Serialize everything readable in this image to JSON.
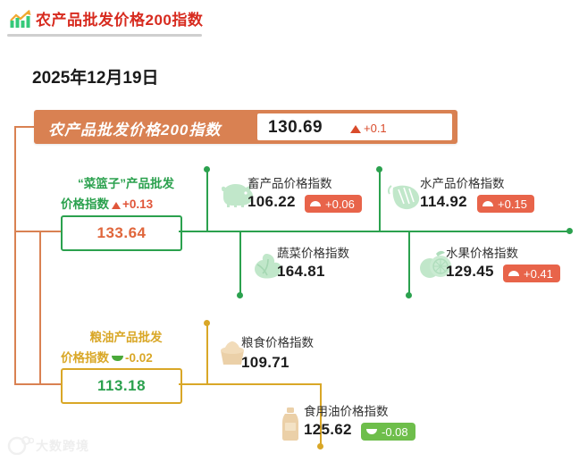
{
  "header": {
    "title": "农产品批发价格200指数",
    "icon": "bar-chart-trend-icon",
    "title_color": "#d72b1f"
  },
  "date": "2025年12月19日",
  "main_index": {
    "label": "农产品批发价格200指数",
    "value": "130.69",
    "delta": "+0.1",
    "direction": "up",
    "bar_color": "#d98152",
    "delta_color": "#d94b2b"
  },
  "branches": [
    {
      "name": "basket",
      "title_line1": "“菜篮子”产品批发",
      "title_line2": "价格指数",
      "delta": "+0.13",
      "direction": "up",
      "value": "133.64",
      "color": "#2ba14e",
      "value_color": "#e0663b"
    },
    {
      "name": "grain-oil",
      "title_line1": "粮油产品批发",
      "title_line2": "价格指数",
      "delta": "-0.02",
      "direction": "down",
      "value": "113.18",
      "color": "#d9a727",
      "value_color": "#2ba14e"
    }
  ],
  "leaves": [
    {
      "name": "livestock",
      "icon": "pig-icon",
      "label": "畜产品价格指数",
      "value": "106.22",
      "badge": "+0.06",
      "direction": "up"
    },
    {
      "name": "aquatic",
      "icon": "shrimp-icon",
      "label": "水产品价格指数",
      "value": "114.92",
      "badge": "+0.15",
      "direction": "up"
    },
    {
      "name": "vegetable",
      "icon": "vegetable-icon",
      "label": "蔬菜价格指数",
      "value": "164.81",
      "badge": "",
      "direction": "none"
    },
    {
      "name": "fruit",
      "icon": "fruit-icon",
      "label": "水果价格指数",
      "value": "129.45",
      "badge": "+0.41",
      "direction": "up"
    },
    {
      "name": "grain",
      "icon": "grain-bowl-icon",
      "label": "粮食价格指数",
      "value": "109.71",
      "badge": "",
      "direction": "none"
    },
    {
      "name": "edible-oil",
      "icon": "oil-bottle-icon",
      "label": "食用油价格指数",
      "value": "125.62",
      "badge": "-0.08",
      "direction": "down"
    }
  ],
  "watermark": {
    "text": "大数跨境"
  },
  "colors": {
    "orange_bar": "#d98152",
    "green": "#2ba14e",
    "gold": "#d9a727",
    "badge_up": "#e8644a",
    "badge_down": "#6ebe4b"
  }
}
